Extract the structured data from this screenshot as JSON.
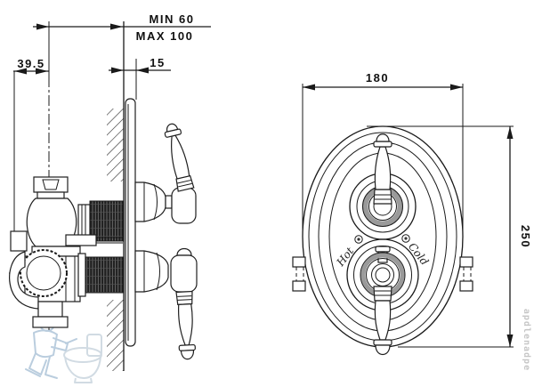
{
  "dimensions": {
    "depth_min": "MIN 60",
    "depth_max": "MAX 100",
    "body_offset": "39.5",
    "plate_offset": "15",
    "plate_width": "180",
    "plate_height": "250"
  },
  "plate": {
    "hot_label": "Hot",
    "cold_label": "Cold"
  },
  "watermark": {
    "text": "apdlenadpe",
    "logo": "plumber-with-toilet",
    "text_color": "#c6c6c6",
    "logo_color": "#a3bdd3"
  },
  "colors": {
    "line": "#1a1a1a",
    "background": "#ffffff"
  }
}
